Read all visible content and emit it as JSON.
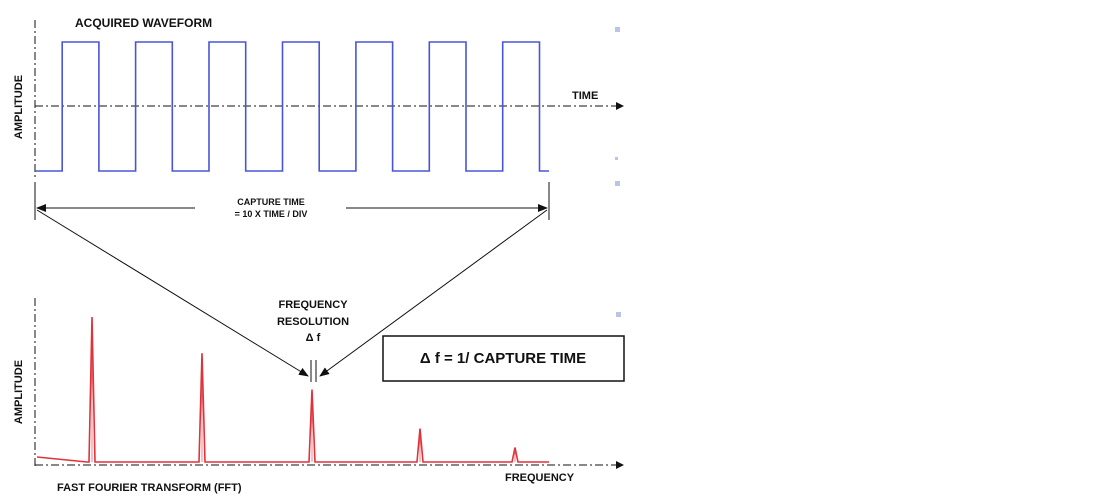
{
  "labels": {
    "top_title": "ACQUIRED WAVEFORM",
    "top_y_axis": "AMPLITUDE",
    "top_x_axis": "TIME",
    "capture_line1": "CAPTURE TIME",
    "capture_line2": "= 10 X TIME / DIV",
    "freq_res_line1": "FREQUENCY",
    "freq_res_line2": "RESOLUTION",
    "freq_res_line3": "Δ f",
    "formula": "Δ f = 1/ CAPTURE TIME",
    "bottom_y_axis": "AMPLITUDE",
    "bottom_x_axis": "FREQUENCY",
    "bottom_title": "FAST FOURIER TRANSFORM (FFT)"
  },
  "waveform": {
    "cycles": 7,
    "color": "#4a55d6"
  },
  "fft": {
    "peak_amplitudes": [
      1.0,
      0.75,
      0.5,
      0.23,
      0.1
    ],
    "color": "#e0323a"
  },
  "colors": {
    "axis": "#111111",
    "marker": "#b9c4e6"
  }
}
